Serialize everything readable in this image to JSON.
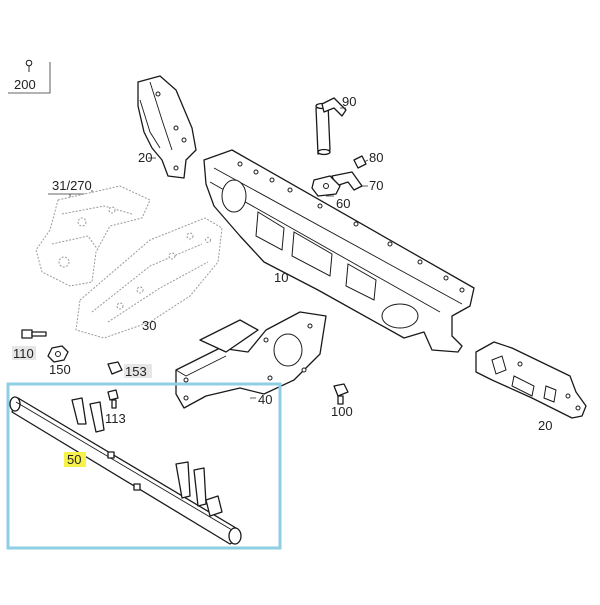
{
  "diagram": {
    "highlight_color": "#8ecfe6",
    "label_highlight_color": "#f7f24a",
    "labels": {
      "ref_200": "200",
      "ref_31_270": "31/270",
      "p20_top": "20",
      "p20_right": "20",
      "p90": "90",
      "p80": "80",
      "p70": "70",
      "p60": "60",
      "p10": "10",
      "p30": "30",
      "p110": "110",
      "p150": "150",
      "p153": "153",
      "p113": "113",
      "p40": "40",
      "p100": "100",
      "p50": "50"
    }
  }
}
